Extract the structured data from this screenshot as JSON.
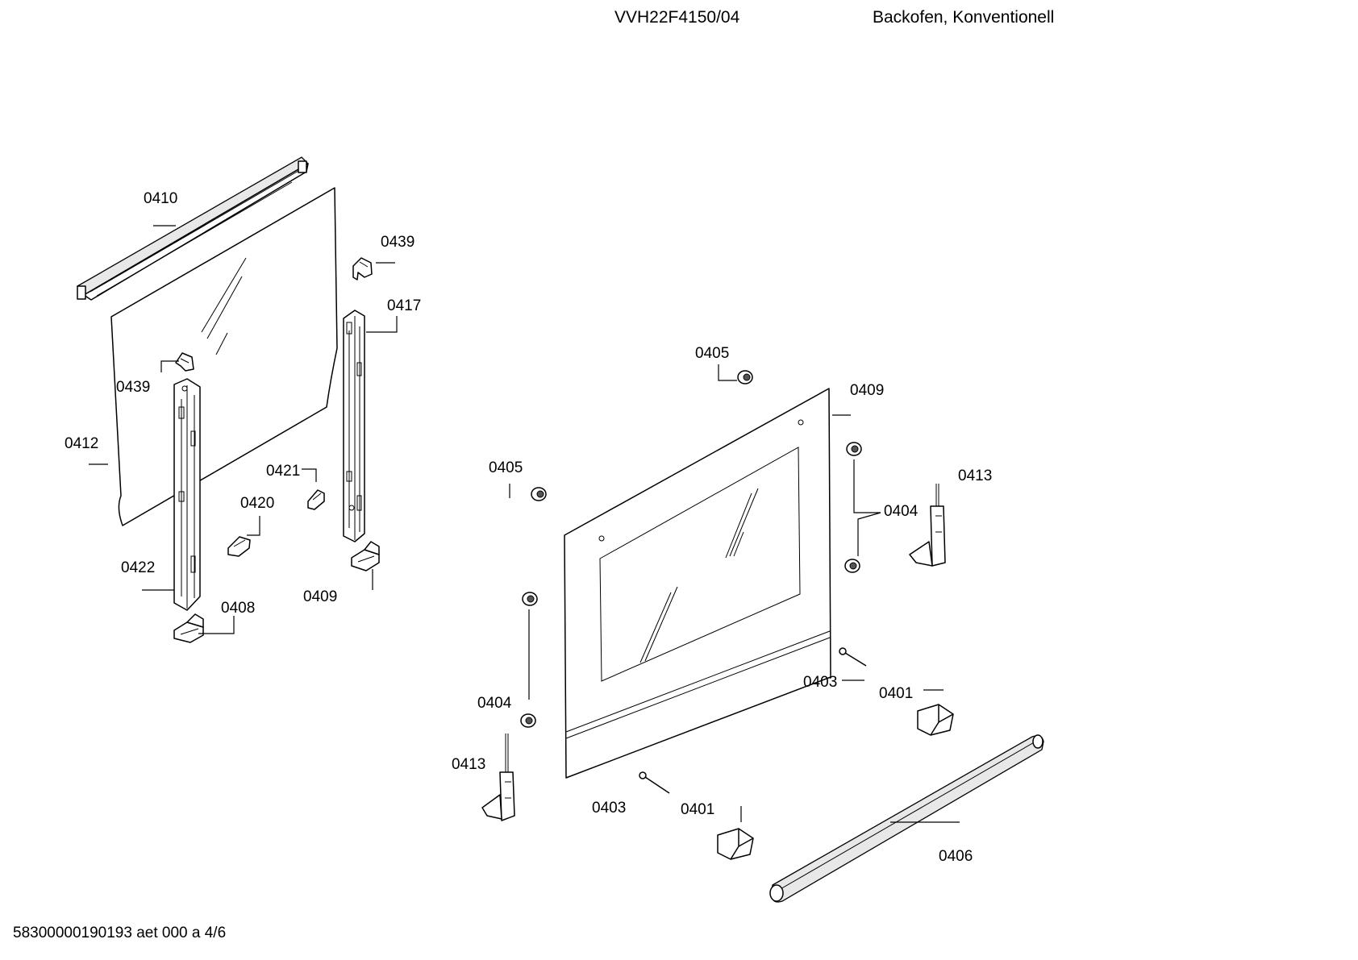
{
  "header": {
    "model": "VVH22F4150/04",
    "description": "Backofen, Konventionell"
  },
  "footer": {
    "document_code": "58300000190193 aet 000 a 4/6"
  },
  "part_labels": {
    "p0410": "0410",
    "p0439_top": "0439",
    "p0417": "0417",
    "p0439_left": "0439",
    "p0412": "0412",
    "p0421": "0421",
    "p0420": "0420",
    "p0422": "0422",
    "p0408": "0408",
    "p0409_left": "0409",
    "p0405_top": "0405",
    "p0409_right": "0409",
    "p0405_left": "0405",
    "p0413_right": "0413",
    "p0404_right": "0404",
    "p0404_left": "0404",
    "p0403_right": "0403",
    "p0401_right": "0401",
    "p0413_left": "0413",
    "p0403_left": "0403",
    "p0401_left": "0401",
    "p0406": "0406"
  }
}
